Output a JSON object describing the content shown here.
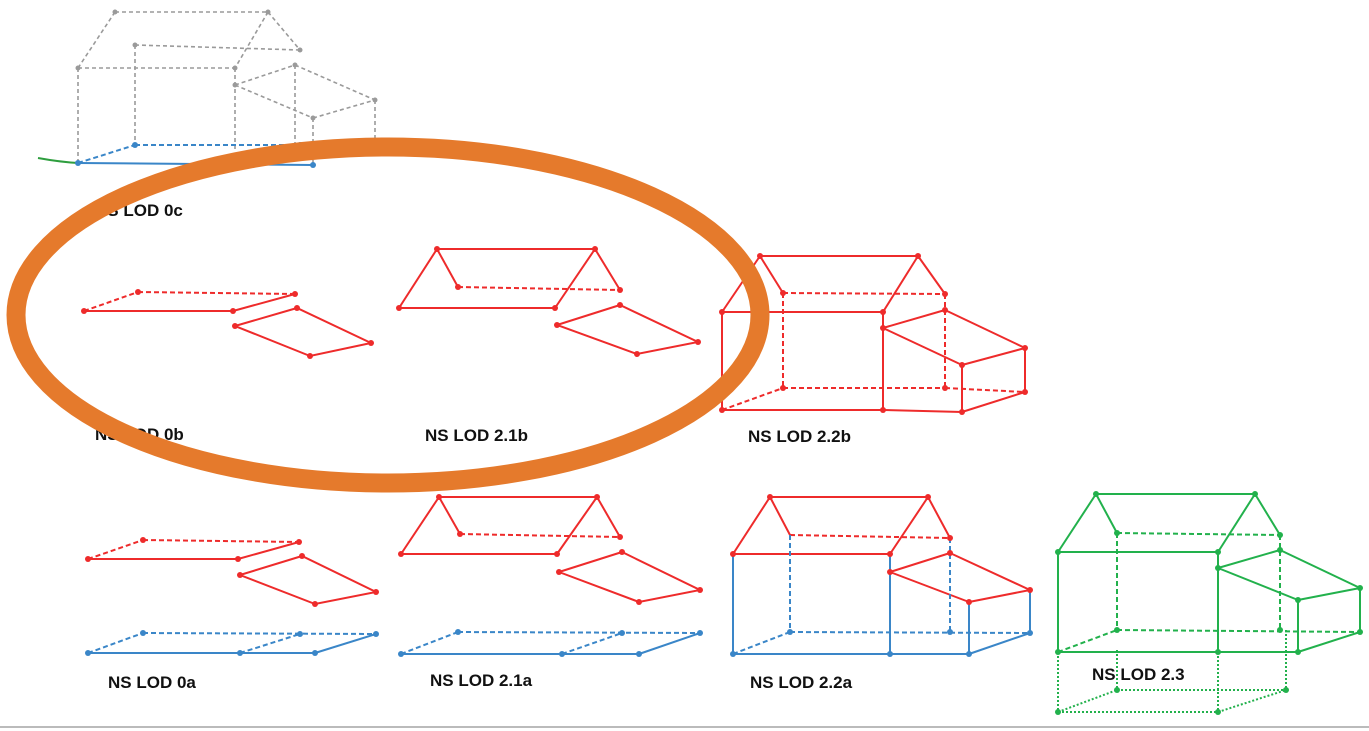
{
  "colors": {
    "grey": "#9a9a9a",
    "red": "#ee2b2b",
    "blue": "#3a86c8",
    "green": "#22b14c",
    "terrain": "#2e9e3e",
    "highlight": "#e57a2c",
    "baseline": "#bbbbbb"
  },
  "labels": {
    "lod_0c": "NS LOD 0c",
    "lod_0b": "NS LOD 0b",
    "lod_21b": "NS LOD 2.1b",
    "lod_22b": "NS LOD 2.2b",
    "lod_0a": "NS LOD 0a",
    "lod_21a": "NS LOD 2.1a",
    "lod_22a": "NS LOD 2.2a",
    "lod_23": "NS LOD 2.3"
  }
}
